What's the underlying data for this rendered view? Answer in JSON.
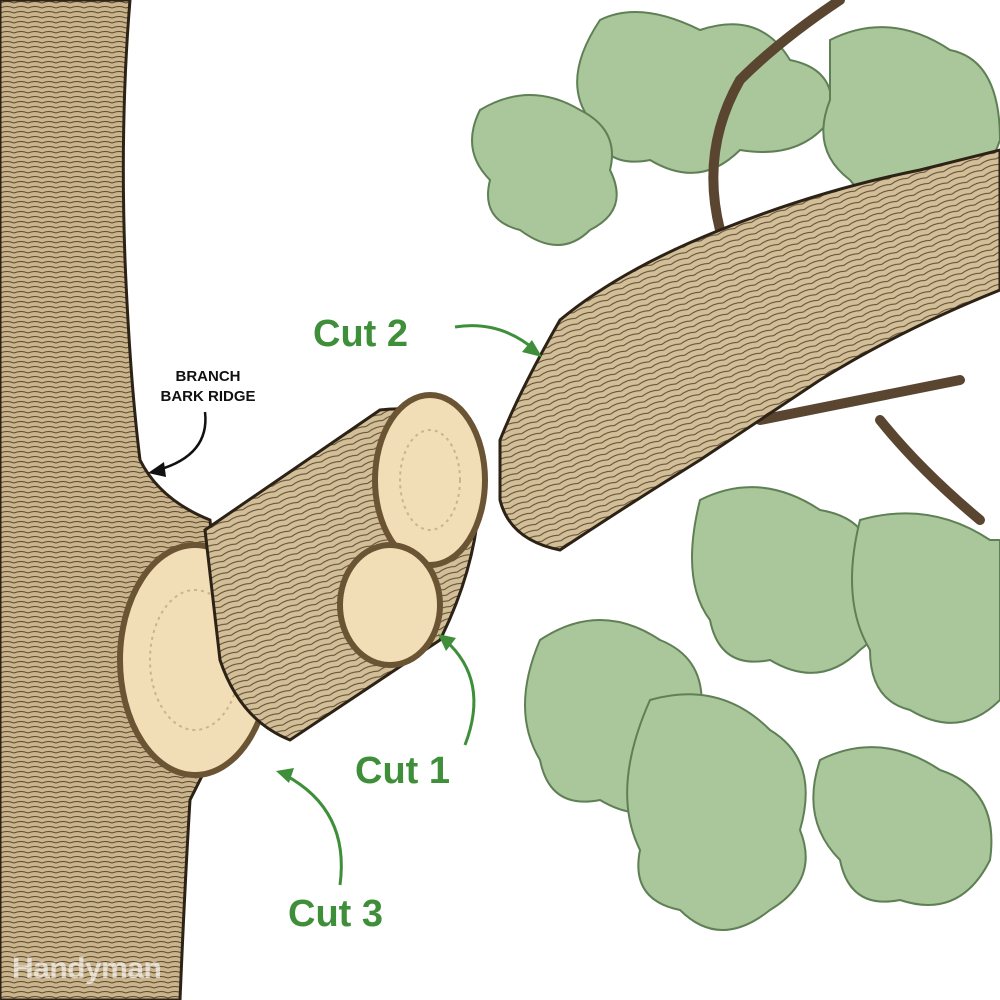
{
  "labels": {
    "cut_2": "Cut 2",
    "cut_1": "Cut 1",
    "cut_3": "Cut 3",
    "branch_bark_ridge_line1": "BRANCH",
    "branch_bark_ridge_line2": "BARK RIDGE"
  },
  "watermark": "Handyman",
  "colors": {
    "label_green": "#3f8f3a",
    "arrow_green": "#3f8f3a",
    "bark": "#c9b48c",
    "bark_dark": "#4a3a26",
    "wood": "#f1ddb6",
    "leaf": "#a9c79a",
    "leaf_dark": "#5f7f55"
  }
}
